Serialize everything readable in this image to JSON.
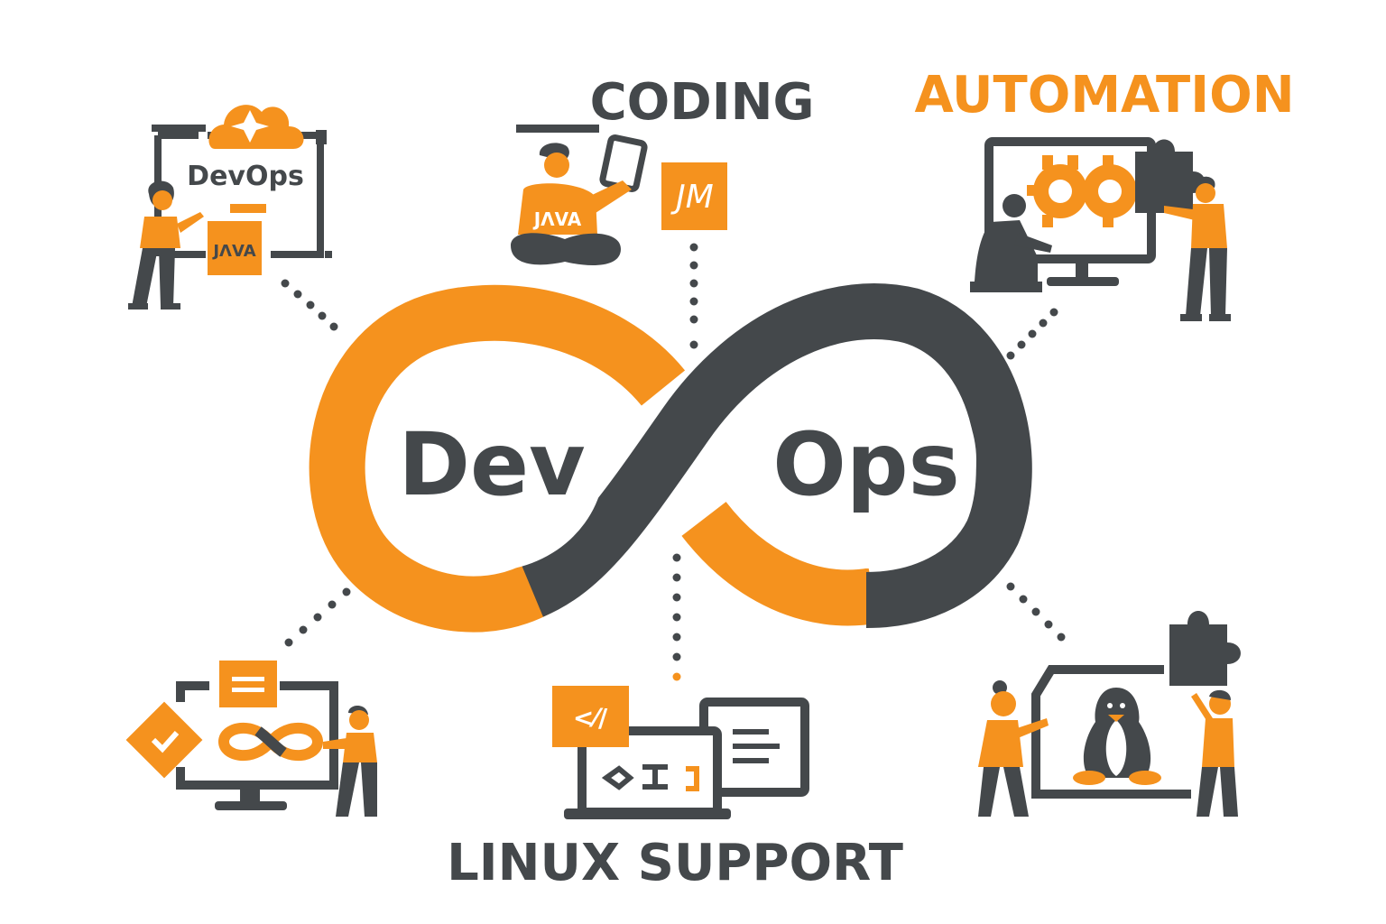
{
  "colors": {
    "orange": "#F5921E",
    "dark": "#44484B",
    "white": "#FFFFFF",
    "background": "#FFFFFF"
  },
  "headings": {
    "coding": "CODING",
    "automation": "AUTOMATION",
    "linux_support": "LINUX SUPPORT"
  },
  "infinity": {
    "left_word": "Dev",
    "right_word": "Ops"
  },
  "top_left": {
    "board_text": "DevOps",
    "badge_text": "JΛVA",
    "icons": [
      "cloud-plus-icon",
      "person-icon"
    ]
  },
  "coding_scene": {
    "shirt_text": "JΛVA",
    "badge_text": "JM",
    "icons": [
      "tablet-icon",
      "person-icon"
    ]
  },
  "automation_scene": {
    "icons": [
      "gear-icon",
      "infinity-gear-icon",
      "puzzle-piece-icon",
      "monitor-icon",
      "person-icon"
    ]
  },
  "bottom_left": {
    "icons": [
      "check-icon",
      "document-icon",
      "infinity-icon",
      "monitor-icon",
      "person-icon"
    ]
  },
  "linux_scene": {
    "code_badge": "<⁄/",
    "icons": [
      "laptop-icon",
      "terminal-icon",
      "window-icon"
    ]
  },
  "bottom_right": {
    "icons": [
      "penguin-icon",
      "puzzle-piece-icon",
      "monitor-icon",
      "person-icon"
    ]
  }
}
